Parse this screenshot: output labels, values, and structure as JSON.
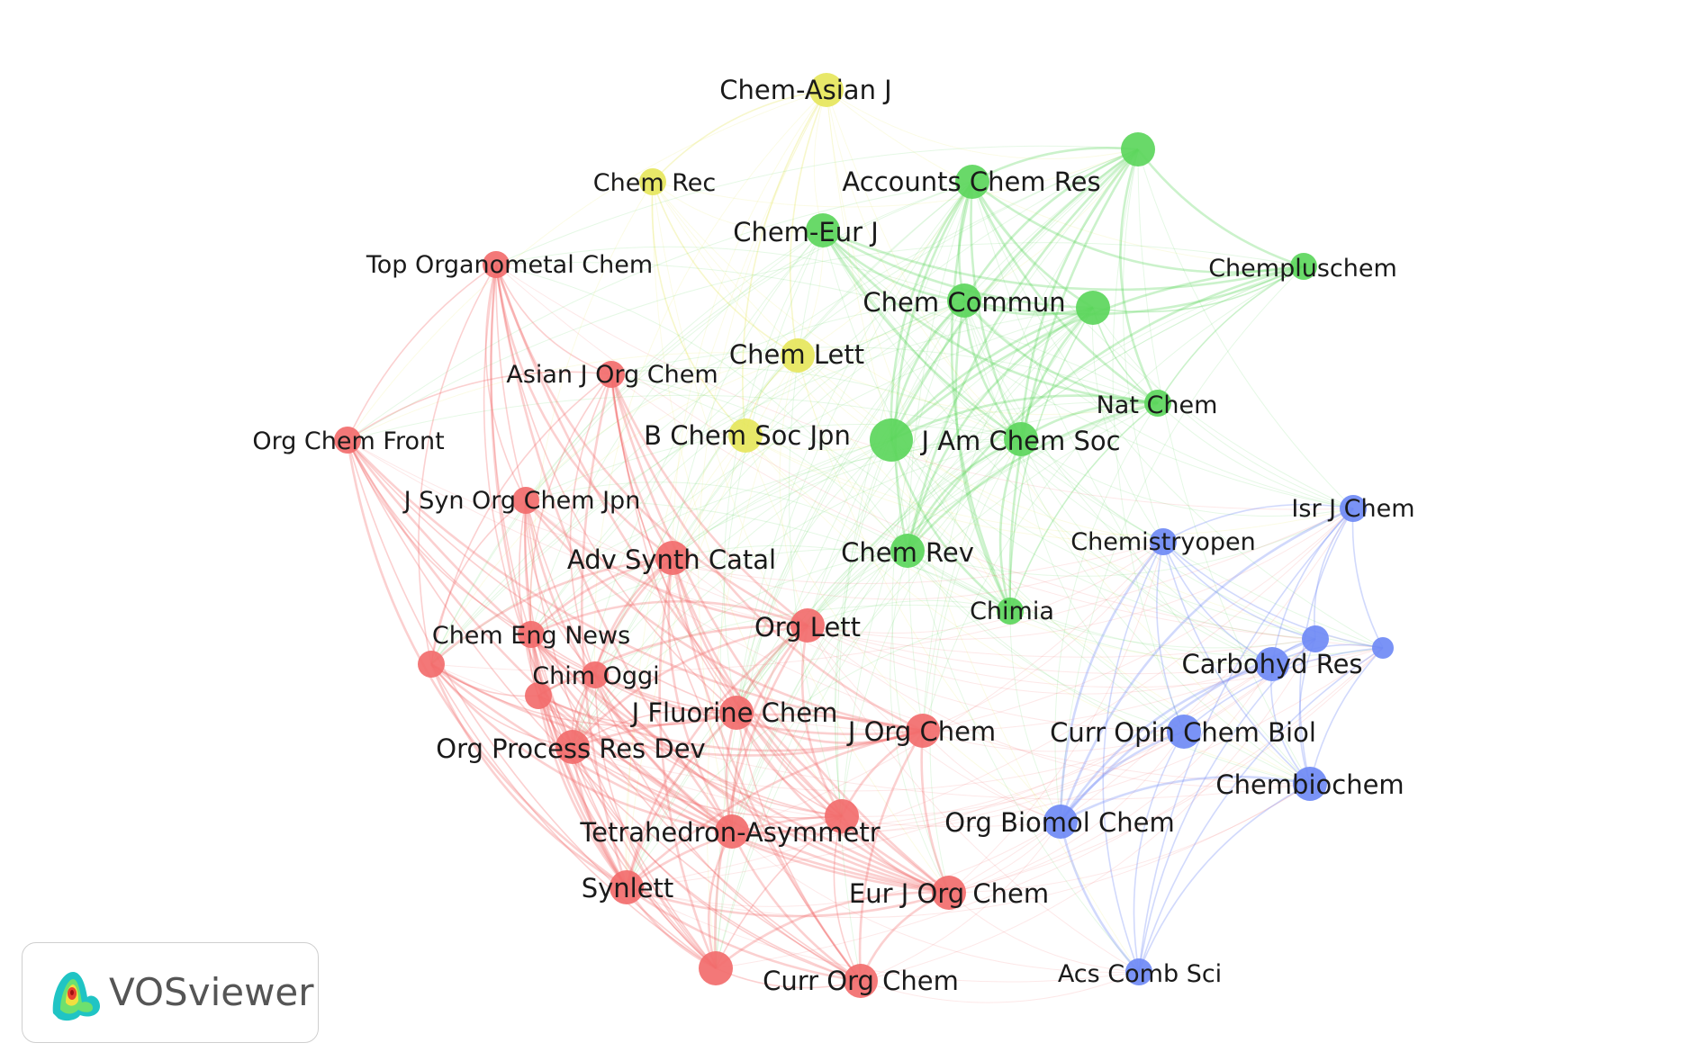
{
  "brand": {
    "name": "VOSviewer"
  },
  "colors": {
    "red": "#f26d6d",
    "green": "#5cd65c",
    "yellow": "#e6e65c",
    "blue": "#6f8af5"
  },
  "nodes": [
    {
      "id": "chem-asian-j",
      "label": "Chem-Asian J",
      "cluster": "yellow",
      "weight": 3
    },
    {
      "id": "chem-rec",
      "label": "Chem Rec",
      "cluster": "yellow",
      "weight": 2
    },
    {
      "id": "chem-lett",
      "label": "Chem Lett",
      "cluster": "yellow",
      "weight": 3
    },
    {
      "id": "b-chem-soc-jpn",
      "label": "B Chem Soc Jpn",
      "cluster": "yellow",
      "weight": 3
    },
    {
      "id": "unlabeled-green-top",
      "label": "",
      "cluster": "green",
      "weight": 3
    },
    {
      "id": "accounts-chem-res",
      "label": "Accounts Chem Res",
      "cluster": "green",
      "weight": 3
    },
    {
      "id": "chem-eur-j",
      "label": "Chem-Eur J",
      "cluster": "green",
      "weight": 3
    },
    {
      "id": "chem-commun",
      "label": "Chem Commun",
      "cluster": "green",
      "weight": 3
    },
    {
      "id": "unlabeled-green-mid",
      "label": "",
      "cluster": "green",
      "weight": 3
    },
    {
      "id": "chempluschem",
      "label": "Chempluschem",
      "cluster": "green",
      "weight": 2
    },
    {
      "id": "nat-chem",
      "label": "Nat Chem",
      "cluster": "green",
      "weight": 2
    },
    {
      "id": "unlabeled-green-center",
      "label": "",
      "cluster": "green",
      "weight": 4
    },
    {
      "id": "j-am-chem-soc",
      "label": "J Am Chem Soc",
      "cluster": "green",
      "weight": 3
    },
    {
      "id": "chem-rev",
      "label": "Chem Rev",
      "cluster": "green",
      "weight": 3
    },
    {
      "id": "chimia",
      "label": "Chimia",
      "cluster": "green",
      "weight": 2
    },
    {
      "id": "top-organometal-chem",
      "label": "Top Organometal Chem",
      "cluster": "red",
      "weight": 2
    },
    {
      "id": "asian-j-org-chem",
      "label": "Asian J Org Chem",
      "cluster": "red",
      "weight": 2
    },
    {
      "id": "org-chem-front",
      "label": "Org Chem Front",
      "cluster": "red",
      "weight": 2
    },
    {
      "id": "j-syn-org-chem-jpn",
      "label": "J Syn Org Chem Jpn",
      "cluster": "red",
      "weight": 2
    },
    {
      "id": "adv-synth-catal",
      "label": "Adv Synth Catal",
      "cluster": "red",
      "weight": 3
    },
    {
      "id": "org-lett",
      "label": "Org Lett",
      "cluster": "red",
      "weight": 3
    },
    {
      "id": "chem-eng-news",
      "label": "Chem Eng News",
      "cluster": "red",
      "weight": 2
    },
    {
      "id": "unlabeled-red-left",
      "label": "",
      "cluster": "red",
      "weight": 2
    },
    {
      "id": "chim-oggi",
      "label": "Chim Oggi",
      "cluster": "red",
      "weight": 2
    },
    {
      "id": "unlabeled-red-oggi",
      "label": "",
      "cluster": "red",
      "weight": 2
    },
    {
      "id": "j-fluorine-chem",
      "label": "J Fluorine Chem",
      "cluster": "red",
      "weight": 3
    },
    {
      "id": "j-org-chem",
      "label": "J Org Chem",
      "cluster": "red",
      "weight": 3
    },
    {
      "id": "org-process-res-dev",
      "label": "Org Process Res Dev",
      "cluster": "red",
      "weight": 3
    },
    {
      "id": "tetrahedron-asymmetr",
      "label": "Tetrahedron-Asymmetr",
      "cluster": "red",
      "weight": 3
    },
    {
      "id": "unlabeled-red-center",
      "label": "",
      "cluster": "red",
      "weight": 3
    },
    {
      "id": "synlett",
      "label": "Synlett",
      "cluster": "red",
      "weight": 3
    },
    {
      "id": "eur-j-org-chem",
      "label": "Eur J Org Chem",
      "cluster": "red",
      "weight": 3
    },
    {
      "id": "unlabeled-red-bottom",
      "label": "",
      "cluster": "red",
      "weight": 3
    },
    {
      "id": "curr-org-chem",
      "label": "Curr Org Chem",
      "cluster": "red",
      "weight": 3
    },
    {
      "id": "isr-j-chem",
      "label": "Isr J Chem",
      "cluster": "blue",
      "weight": 2
    },
    {
      "id": "chemistryopen",
      "label": "Chemistryopen",
      "cluster": "blue",
      "weight": 2
    },
    {
      "id": "unlabeled-blue-a",
      "label": "",
      "cluster": "blue",
      "weight": 2
    },
    {
      "id": "unlabeled-blue-b",
      "label": "",
      "cluster": "blue",
      "weight": 1
    },
    {
      "id": "carbohyd-res",
      "label": "Carbohyd Res",
      "cluster": "blue",
      "weight": 3
    },
    {
      "id": "curr-opin-chem-biol",
      "label": "Curr Opin Chem Biol",
      "cluster": "blue",
      "weight": 3
    },
    {
      "id": "chembiochem",
      "label": "Chembiochem",
      "cluster": "blue",
      "weight": 3
    },
    {
      "id": "org-biomol-chem",
      "label": "Org Biomol Chem",
      "cluster": "blue",
      "weight": 3
    },
    {
      "id": "acs-comb-sci",
      "label": "Acs Comb Sci",
      "cluster": "blue",
      "weight": 2
    }
  ]
}
